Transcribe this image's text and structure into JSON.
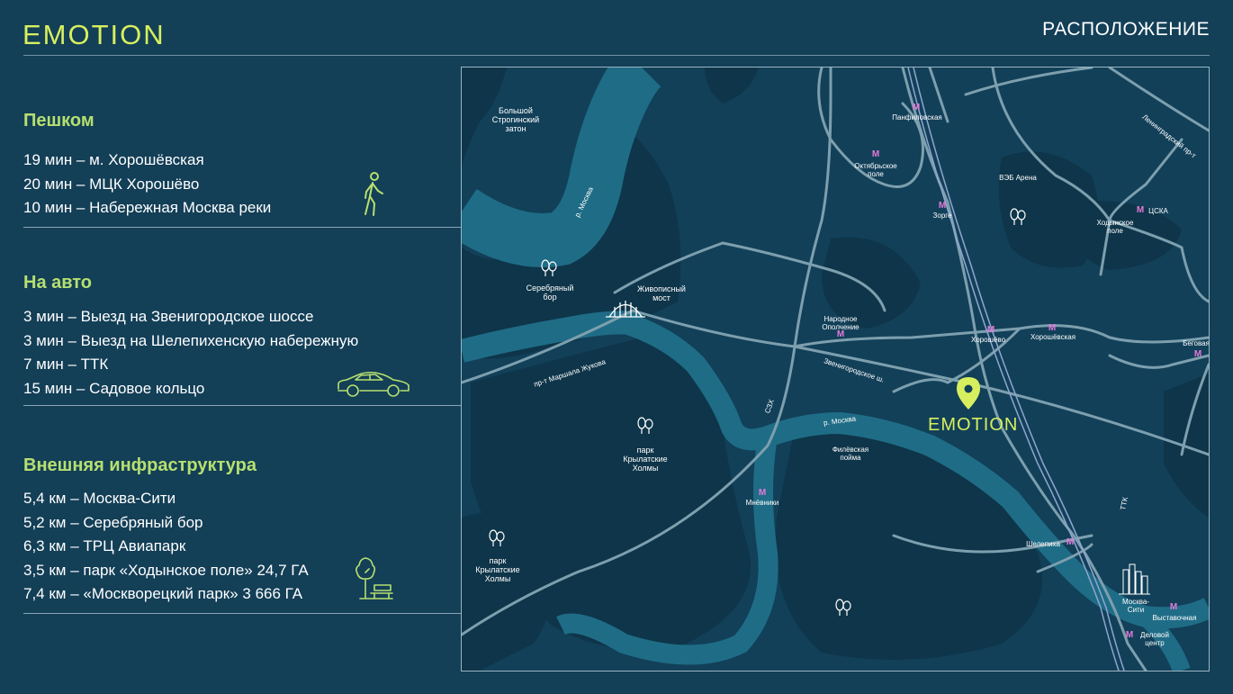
{
  "header": {
    "logo": "EMOTION",
    "title": "РАСПОЛОЖЕНИЕ"
  },
  "sections": [
    {
      "title": "Пешком",
      "icon": "walking-person-icon",
      "items": [
        "19 мин – м. Хорошёвская",
        "20 мин – МЦК Хорошёво",
        "10 мин – Набережная Москва реки"
      ]
    },
    {
      "title": "На авто",
      "icon": "car-icon",
      "items": [
        "3 мин – Выезд на Звенигородское шоссе",
        "3 мин – Выезд на Шелепихенскую набережную",
        "7 мин – ТТК",
        "15 мин – Садовое кольцо"
      ]
    },
    {
      "title": "Внешняя инфраструктура",
      "icon": "park-bench-icon",
      "items": [
        "5,4 км – Москва-Сити",
        "5,2 км – Серебряный бор",
        "6,3 км – ТРЦ Авиапарк",
        "3,5 км – парк «Ходынское поле» 24,7 ГА",
        "7,4 км – «Москворецкий парк» 3 666 ГА"
      ]
    }
  ],
  "map": {
    "colors": {
      "background": "#124059",
      "park": "#0e3549",
      "water": "#1f6c86",
      "road": "#7d9fae",
      "metro": "#e47ad9",
      "accent": "#d7ef5e"
    },
    "areas": {
      "strogino": "Большой Строгинский затон",
      "serebryany": "Серебряный бор",
      "krylatskie_1": "парк Крылатские Холмы",
      "krylatskie_2": "парк Крылатские Холмы",
      "filevskaya": "Филёвская пойма",
      "khodynskoe": "Ходынское поле",
      "moskva_city": "Москва-Сити",
      "delovoy": "Деловой центр"
    },
    "bridge": "Живописный мост",
    "roads": {
      "moskva_river_1": "р. Москва",
      "moskva_river_2": "р. Москва",
      "zhukov": "пр-т Маршала Жукова",
      "zvenigorodskoe": "Звенигородское ш.",
      "szkh": "СЗХ",
      "ttk": "ТТК",
      "leningradsky": "Ленинградский пр-т"
    },
    "metro_symbol": "М",
    "stations": {
      "panfilovskaya": "Панфиловская",
      "oktyabrskoe": "Октябрьское поле",
      "zorge": "Зорге",
      "tsska": "ЦСКА",
      "veb": "ВЭБ Арена",
      "narodnoe": "Народное Ополчение",
      "khoroshevo": "Хорошёво",
      "khoroshevskaya": "Хорошёвская",
      "begovaya": "Беговая",
      "mnevniki": "Мнёвники",
      "shelepikha": "Шелепиха",
      "vystavochnaya": "Выставочная"
    },
    "marker_logo": "EMOTION"
  }
}
